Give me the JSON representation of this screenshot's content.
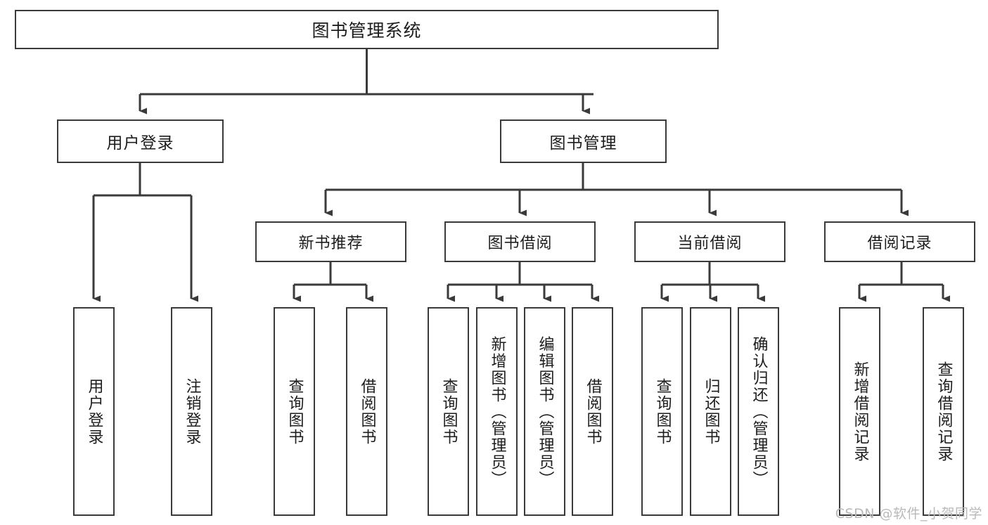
{
  "diagram": {
    "title": "图书管理系统",
    "type": "hierarchy-tree",
    "line_color": "#3a3a3a",
    "box_fill": "#ffffff",
    "text_color": "#1d1d1d",
    "watermark": "CSDN @软件_小贺同学",
    "root": {
      "label": "图书管理系统"
    },
    "level2": [
      {
        "label": "用户登录"
      },
      {
        "label": "图书管理"
      }
    ],
    "level3": [
      {
        "label": "新书推荐"
      },
      {
        "label": "图书借阅"
      },
      {
        "label": "当前借阅"
      },
      {
        "label": "借阅记录"
      }
    ],
    "leaves": {
      "user_login": [
        {
          "label": "用户登录"
        },
        {
          "label": "注销登录"
        }
      ],
      "new_book_recommend": [
        {
          "label": "查询图书"
        },
        {
          "label": "借阅图书"
        }
      ],
      "book_borrow": [
        {
          "label": "查询图书"
        },
        {
          "label": "新增图书（管理员）"
        },
        {
          "label": "编辑图书（管理员）"
        },
        {
          "label": "借阅图书"
        }
      ],
      "current_borrow": [
        {
          "label": "查询图书"
        },
        {
          "label": "归还图书"
        },
        {
          "label": "确认归还（管理员）"
        }
      ],
      "borrow_record": [
        {
          "label": "新增借阅记录"
        },
        {
          "label": "查询借阅记录"
        }
      ]
    }
  }
}
